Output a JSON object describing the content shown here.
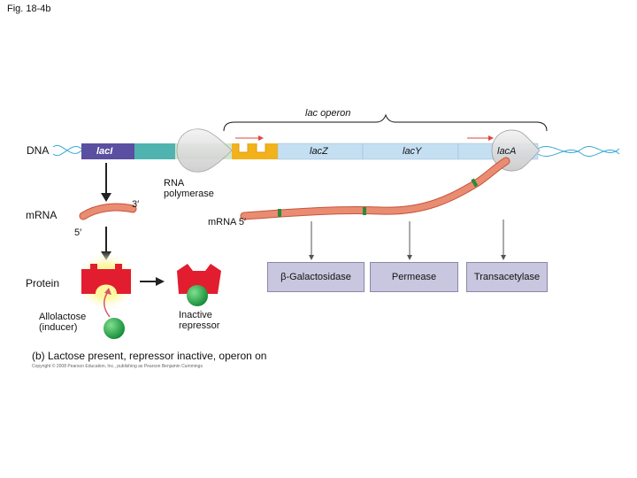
{
  "figure_label": "Fig. 18-4b",
  "operon_label": "lac operon",
  "row_labels": {
    "dna": "DNA",
    "mrna": "mRNA",
    "protein": "Protein"
  },
  "genes": {
    "lacI": "lacI",
    "lacZ": "lacZ",
    "lacY": "lacY",
    "lacA": "lacA"
  },
  "mrna_ends": {
    "three_prime": "3′",
    "five_prime": "5′"
  },
  "rna_polymerase_label": "RNA\npolymerase",
  "operon_mrna_label": "mRNA 5′",
  "proteins": {
    "galactosidase": "β-Galactosidase",
    "permease": "Permease",
    "transacetylase": "Transacetylase"
  },
  "allolactose_label": "Allolactose\n(inducer)",
  "inactive_repressor_label": "Inactive\nrepressor",
  "caption": "(b) Lactose present, repressor inactive, operon on",
  "copyright": "Copyright © 2008 Pearson Education, Inc., publishing as Pearson Benjamin Cummings",
  "colors": {
    "lacI_gene": "#5a4fa0",
    "promoter": "#4fb3b0",
    "operator": "#f2b21b",
    "operon_genes": "#c4def2",
    "mrna": "#e98c72",
    "repressor": "#e21d2f",
    "inducer": "#1fa346",
    "protein_box": "#c9c6df",
    "polymerase": "#dedede"
  }
}
